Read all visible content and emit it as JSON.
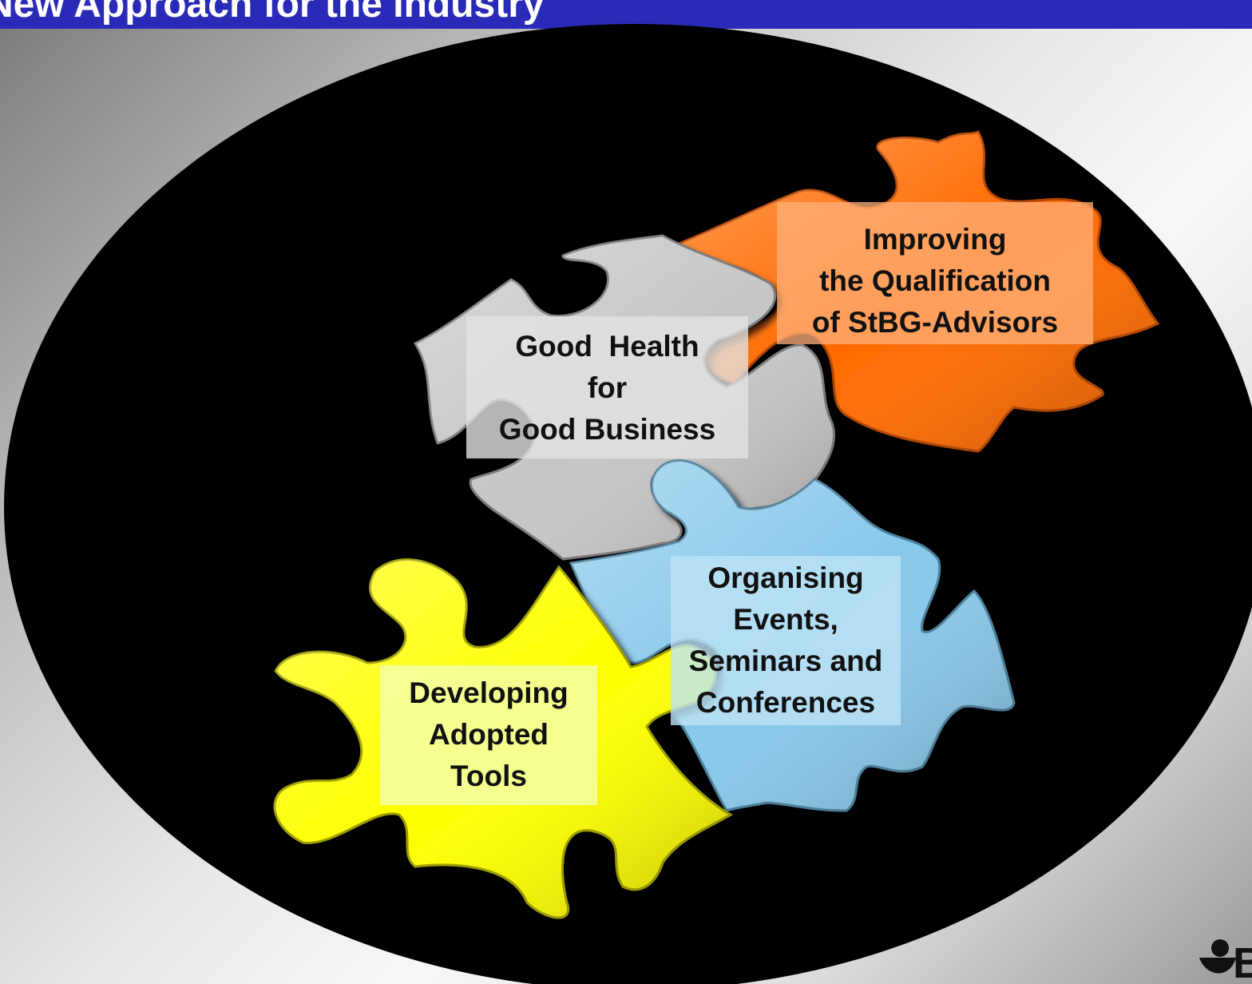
{
  "slide": {
    "title": "New Approach for the Industry"
  },
  "pieces": [
    {
      "id": "qualification",
      "color": "#ff6600",
      "lines": [
        "Improving",
        "the Qualification",
        "of StBG-Advisors"
      ]
    },
    {
      "id": "health",
      "color": "#c8c8c8",
      "lines": [
        "Good  Health",
        "for",
        "Good Business"
      ]
    },
    {
      "id": "events",
      "color": "#87c8ea",
      "lines": [
        "Organising",
        "Events,",
        "Seminars and",
        "Conferences"
      ]
    },
    {
      "id": "tools",
      "color": "#ffff00",
      "lines": [
        "Developing",
        "Adopted",
        "Tools"
      ]
    }
  ],
  "logo": {
    "text": "BBG",
    "icon": "bg-bau-logo-icon"
  }
}
